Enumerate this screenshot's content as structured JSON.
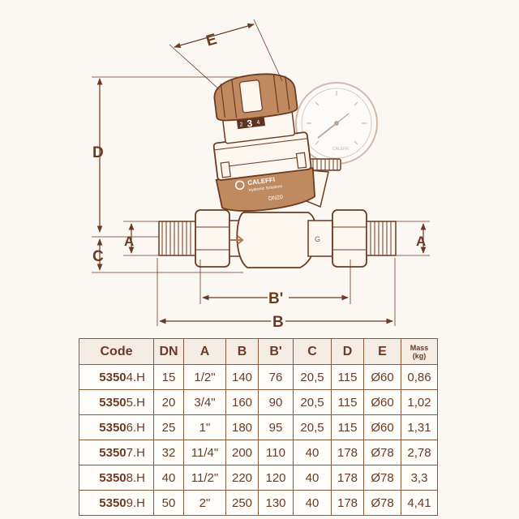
{
  "diagram": {
    "dims": {
      "A": "A",
      "B": "B",
      "B_prime": "B'",
      "C": "C",
      "D": "D",
      "E": "E"
    },
    "product": {
      "brand": "CALEFFI",
      "tagline": "Hydronic Solutions",
      "size": "DN20",
      "knob_setting": "3",
      "knob_min": "2",
      "knob_max": "4"
    },
    "colors": {
      "line": "#6b3a22",
      "accent": "#b07850",
      "body_fill": "#fdf7ef"
    }
  },
  "table": {
    "headers": [
      "Code",
      "DN",
      "A",
      "B",
      "B'",
      "C",
      "D",
      "E",
      "Mass (kg)"
    ],
    "mass_header": {
      "line1": "Mass",
      "line2": "(kg)"
    },
    "rows": [
      {
        "code_bold": "5350",
        "code_rest": "4.H",
        "dn": "15",
        "a": "1/2\"",
        "b": "140",
        "b_prime": "76",
        "c": "20,5",
        "d": "115",
        "e": "Ø60",
        "mass": "0,86"
      },
      {
        "code_bold": "5350",
        "code_rest": "5.H",
        "dn": "20",
        "a": "3/4\"",
        "b": "160",
        "b_prime": "90",
        "c": "20,5",
        "d": "115",
        "e": "Ø60",
        "mass": "1,02"
      },
      {
        "code_bold": "5350",
        "code_rest": "6.H",
        "dn": "25",
        "a": "1\"",
        "b": "180",
        "b_prime": "95",
        "c": "20,5",
        "d": "115",
        "e": "Ø60",
        "mass": "1,31"
      },
      {
        "code_bold": "5350",
        "code_rest": "7.H",
        "dn": "32",
        "a": "11/4\"",
        "b": "200",
        "b_prime": "110",
        "c": "40",
        "d": "178",
        "e": "Ø78",
        "mass": "2,78"
      },
      {
        "code_bold": "5350",
        "code_rest": "8.H",
        "dn": "40",
        "a": "11/2\"",
        "b": "220",
        "b_prime": "120",
        "c": "40",
        "d": "178",
        "e": "Ø78",
        "mass": "3,3"
      },
      {
        "code_bold": "5350",
        "code_rest": "9.H",
        "dn": "50",
        "a": "2\"",
        "b": "250",
        "b_prime": "130",
        "c": "40",
        "d": "178",
        "e": "Ø78",
        "mass": "4,41"
      }
    ]
  }
}
